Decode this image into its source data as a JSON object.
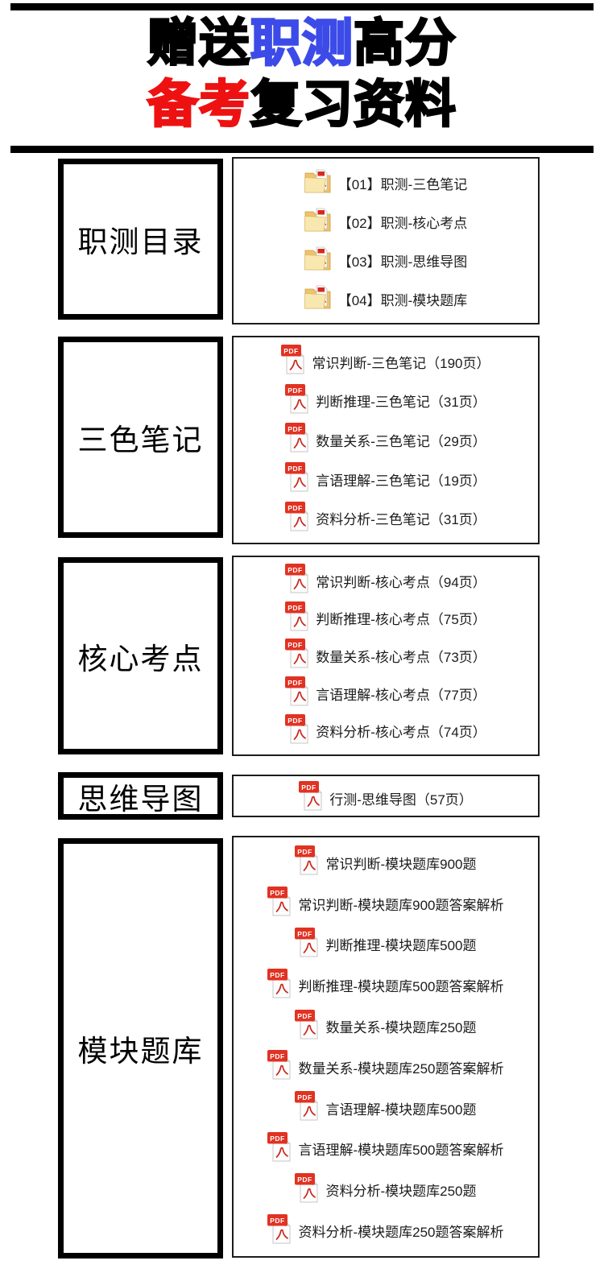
{
  "header": {
    "line1": [
      {
        "text": "赠送",
        "color": "#000000"
      },
      {
        "text": "职测",
        "color": "#3c4be8"
      },
      {
        "text": "高分",
        "color": "#000000"
      }
    ],
    "line2": [
      {
        "text": "备考",
        "color": "#ee1111"
      },
      {
        "text": "复习资料",
        "color": "#000000"
      }
    ]
  },
  "colors": {
    "accent_blue": "#3c4be8",
    "accent_red": "#ee1111",
    "bar_black": "#000000",
    "pdf_badge_red": "#e13222",
    "pdf_logo_red": "#c9261b",
    "folder_tan": "#eec36b"
  },
  "icons": {
    "pdf": {
      "name": "pdf-file-icon",
      "badge_label": "PDF"
    },
    "folder-pdf": {
      "name": "pdf-folder-icon"
    }
  },
  "sections": [
    {
      "id": "zhice-mulu",
      "label": "职测目录",
      "icon": "folder-pdf",
      "items": [
        "【01】职测-三色笔记",
        "【02】职测-核心考点",
        "【03】职测-思维导图",
        "【04】职测-模块题库"
      ]
    },
    {
      "id": "sanse-biji",
      "label": "三色笔记",
      "icon": "pdf",
      "items": [
        "常识判断-三色笔记（190页）",
        "判断推理-三色笔记（31页）",
        "数量关系-三色笔记（29页）",
        "言语理解-三色笔记（19页）",
        "资料分析-三色笔记（31页）"
      ]
    },
    {
      "id": "hexin-kaodian",
      "label": "核心考点",
      "icon": "pdf",
      "items": [
        "常识判断-核心考点（94页）",
        "判断推理-核心考点（75页）",
        "数量关系-核心考点（73页）",
        "言语理解-核心考点（77页）",
        "资料分析-核心考点（74页）"
      ]
    },
    {
      "id": "siwei-daotu",
      "label": "思维导图",
      "icon": "pdf",
      "items": [
        "行测-思维导图（57页）"
      ]
    },
    {
      "id": "mokuai-tiku",
      "label": "模块题库",
      "icon": "pdf",
      "items": [
        "常识判断-模块题库900题",
        "常识判断-模块题库900题答案解析",
        "判断推理-模块题库500题",
        "判断推理-模块题库500题答案解析",
        "数量关系-模块题库250题",
        "数量关系-模块题库250题答案解析",
        "言语理解-模块题库500题",
        "言语理解-模块题库500题答案解析",
        "资料分析-模块题库250题",
        "资料分析-模块题库250题答案解析"
      ]
    }
  ]
}
